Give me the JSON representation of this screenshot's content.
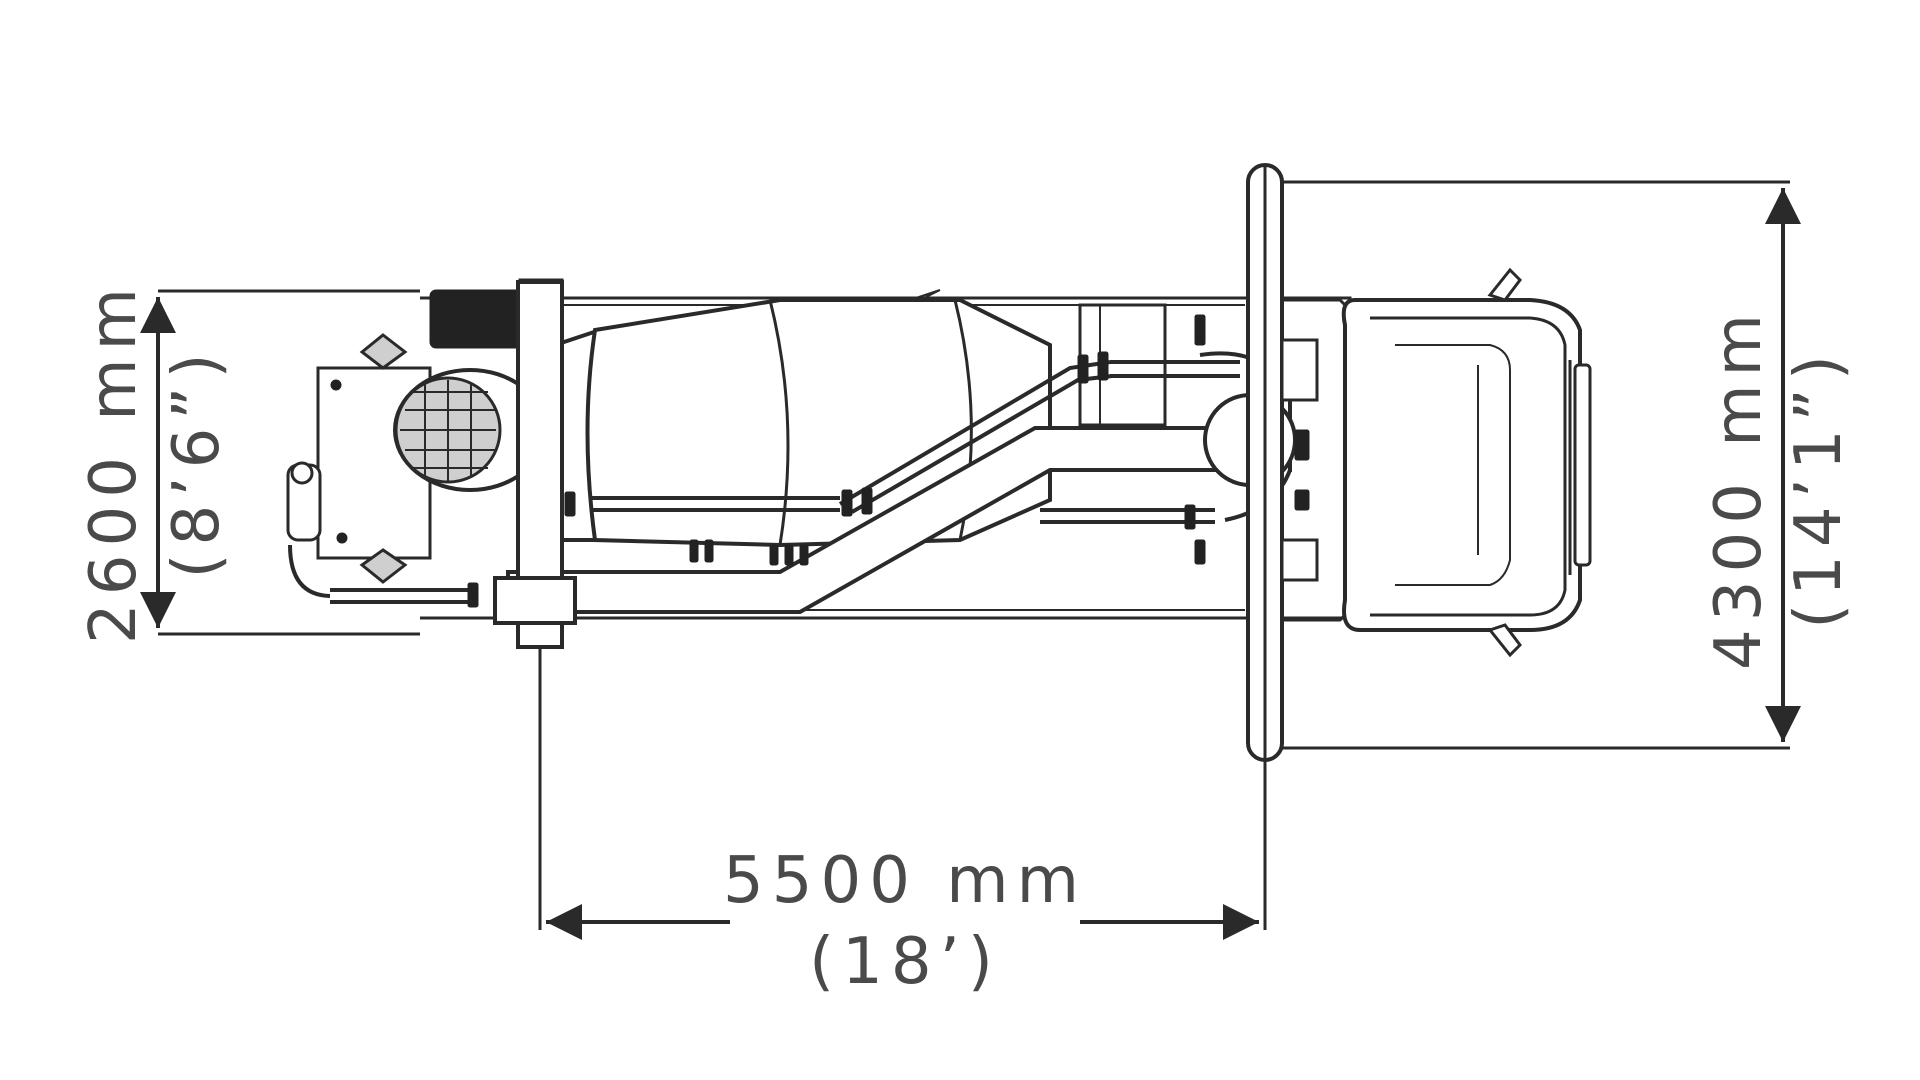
{
  "colors": {
    "line": "#2a2a2a",
    "dimension_text": "#4a4a4a",
    "background": "#ffffff"
  },
  "dimensions": {
    "width": {
      "metric": "2600 mm",
      "imperial": "(8’6”)"
    },
    "outrigger_span": {
      "metric": "4300 mm",
      "imperial": "(14’1”)"
    },
    "outrigger_spacing": {
      "metric": "5500 mm",
      "imperial": "(18’)"
    }
  }
}
